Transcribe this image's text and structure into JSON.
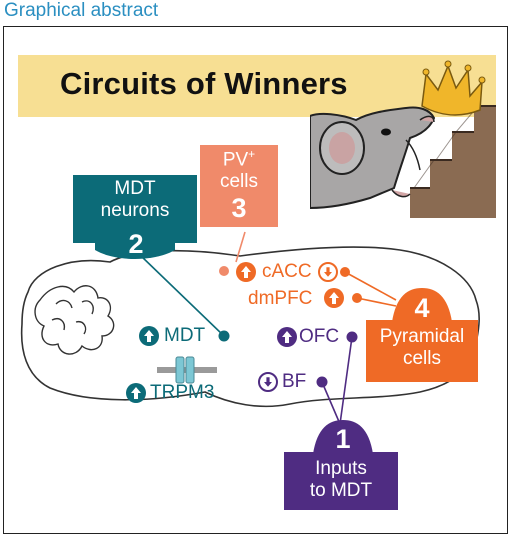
{
  "header": "Graphical abstract",
  "title": "Circuits of Winners",
  "boxes": {
    "mdt_neurons": {
      "label_line1": "MDT",
      "label_line2": "neurons",
      "number": "2"
    },
    "pv_cells": {
      "label_line1": "PV",
      "label_sup": "+",
      "label_line2": "cells",
      "number": "3"
    },
    "pyramidal": {
      "number": "4",
      "label_line1": "Pyramidal",
      "label_line2": "cells"
    },
    "inputs": {
      "number": "1",
      "label_line1": "Inputs",
      "label_line2": "to MDT"
    }
  },
  "labels": {
    "cacc": "cACC",
    "dmpfc": "dmPFC",
    "mdt": "MDT",
    "trpm3": "TRPM3",
    "ofc": "OFC",
    "bf": "BF"
  },
  "colors": {
    "teal": "#0c6b78",
    "salmon": "#f08a6a",
    "orange": "#ef6a26",
    "purple": "#4f2c82",
    "banner": "#f7df93",
    "header": "#2b8fc1"
  }
}
